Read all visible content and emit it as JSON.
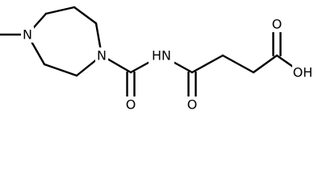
{
  "molecule": {
    "atom_labels": {
      "n_ring_methyl": "N",
      "n_ring_carbonyl": "N",
      "nh": "HN",
      "o_urea": "O",
      "o_amide": "O",
      "o_acid": "O",
      "oh": "OH"
    }
  }
}
